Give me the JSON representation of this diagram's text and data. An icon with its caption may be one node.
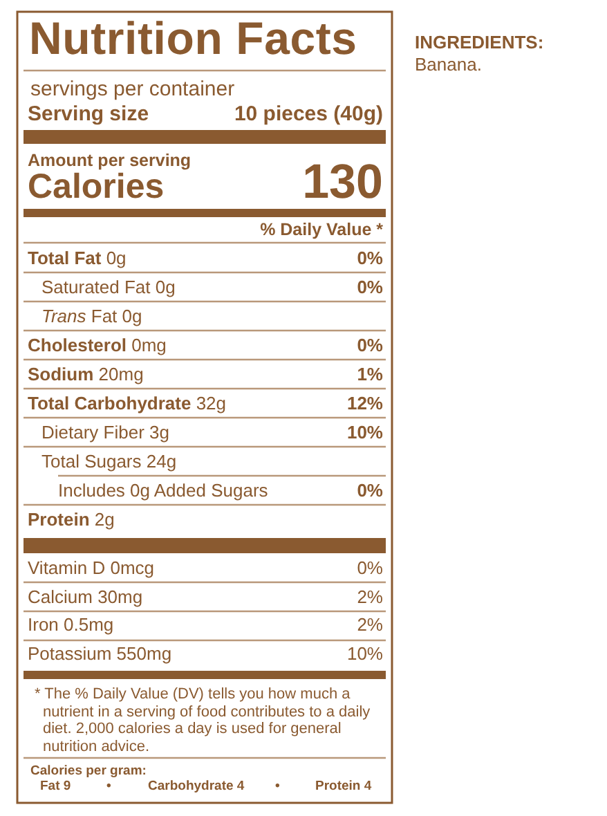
{
  "diagram": {
    "title": "Nutrition Facts",
    "labels": [
      "servings per container",
      "Serving size",
      "10 pieces (40g)",
      "Amount per serving",
      "Calories",
      "130",
      "% Daily Value *",
      "**Total Fat** 0g",
      "0%",
      "Saturated Fat 0g",
      "0%",
      "*Trans* Fat 0g",
      "**Cholesterol** 0mg",
      "0%",
      "**Sodium** 20mg",
      "1%",
      "**Total Carbohydrate** 32g",
      "12%",
      "Dietary Fiber 3g",
      "10%",
      "Total Sugars 24g",
      "Includes 0g Added Sugars",
      "0%",
      "**Protein** 2g",
      "Vitamin D 0mcg",
      "0%",
      "Calcium 30mg",
      "2%",
      "Iron 0.5mg",
      "2%",
      "Potassium 550mg",
      "10%",
      "* The % Daily Value (DV) tells you how much a nutrient in a serving of food contributes to a daily diet. 2,000 calories a day is used for general nutrition advice.",
      "Calories per gram:",
      "Fat 9",
      "•",
      "Carbohydrate 4",
      "•",
      "Protein 4",
      "INGREDIENTS:",
      "Banana."
    ]
  }
}
